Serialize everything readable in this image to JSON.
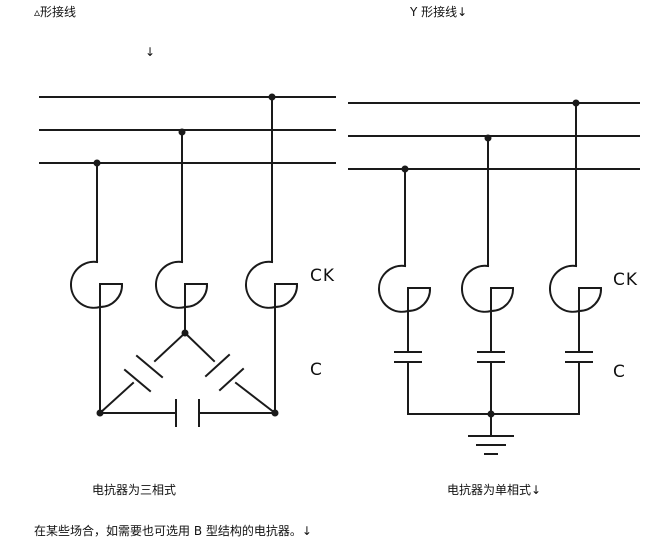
{
  "headings": {
    "left": "▵形接线",
    "right": "Y 形接线↓",
    "return_mark": "↓"
  },
  "labels": {
    "ck_left": "CK",
    "c_left": "C",
    "ck_right": "CK",
    "c_right": "C"
  },
  "captions": {
    "left": "电抗器为三相式",
    "right": "电抗器为单相式↓"
  },
  "footer": "在某些场合，如需要也可选用 B 型结构的电抗器。↓"
}
